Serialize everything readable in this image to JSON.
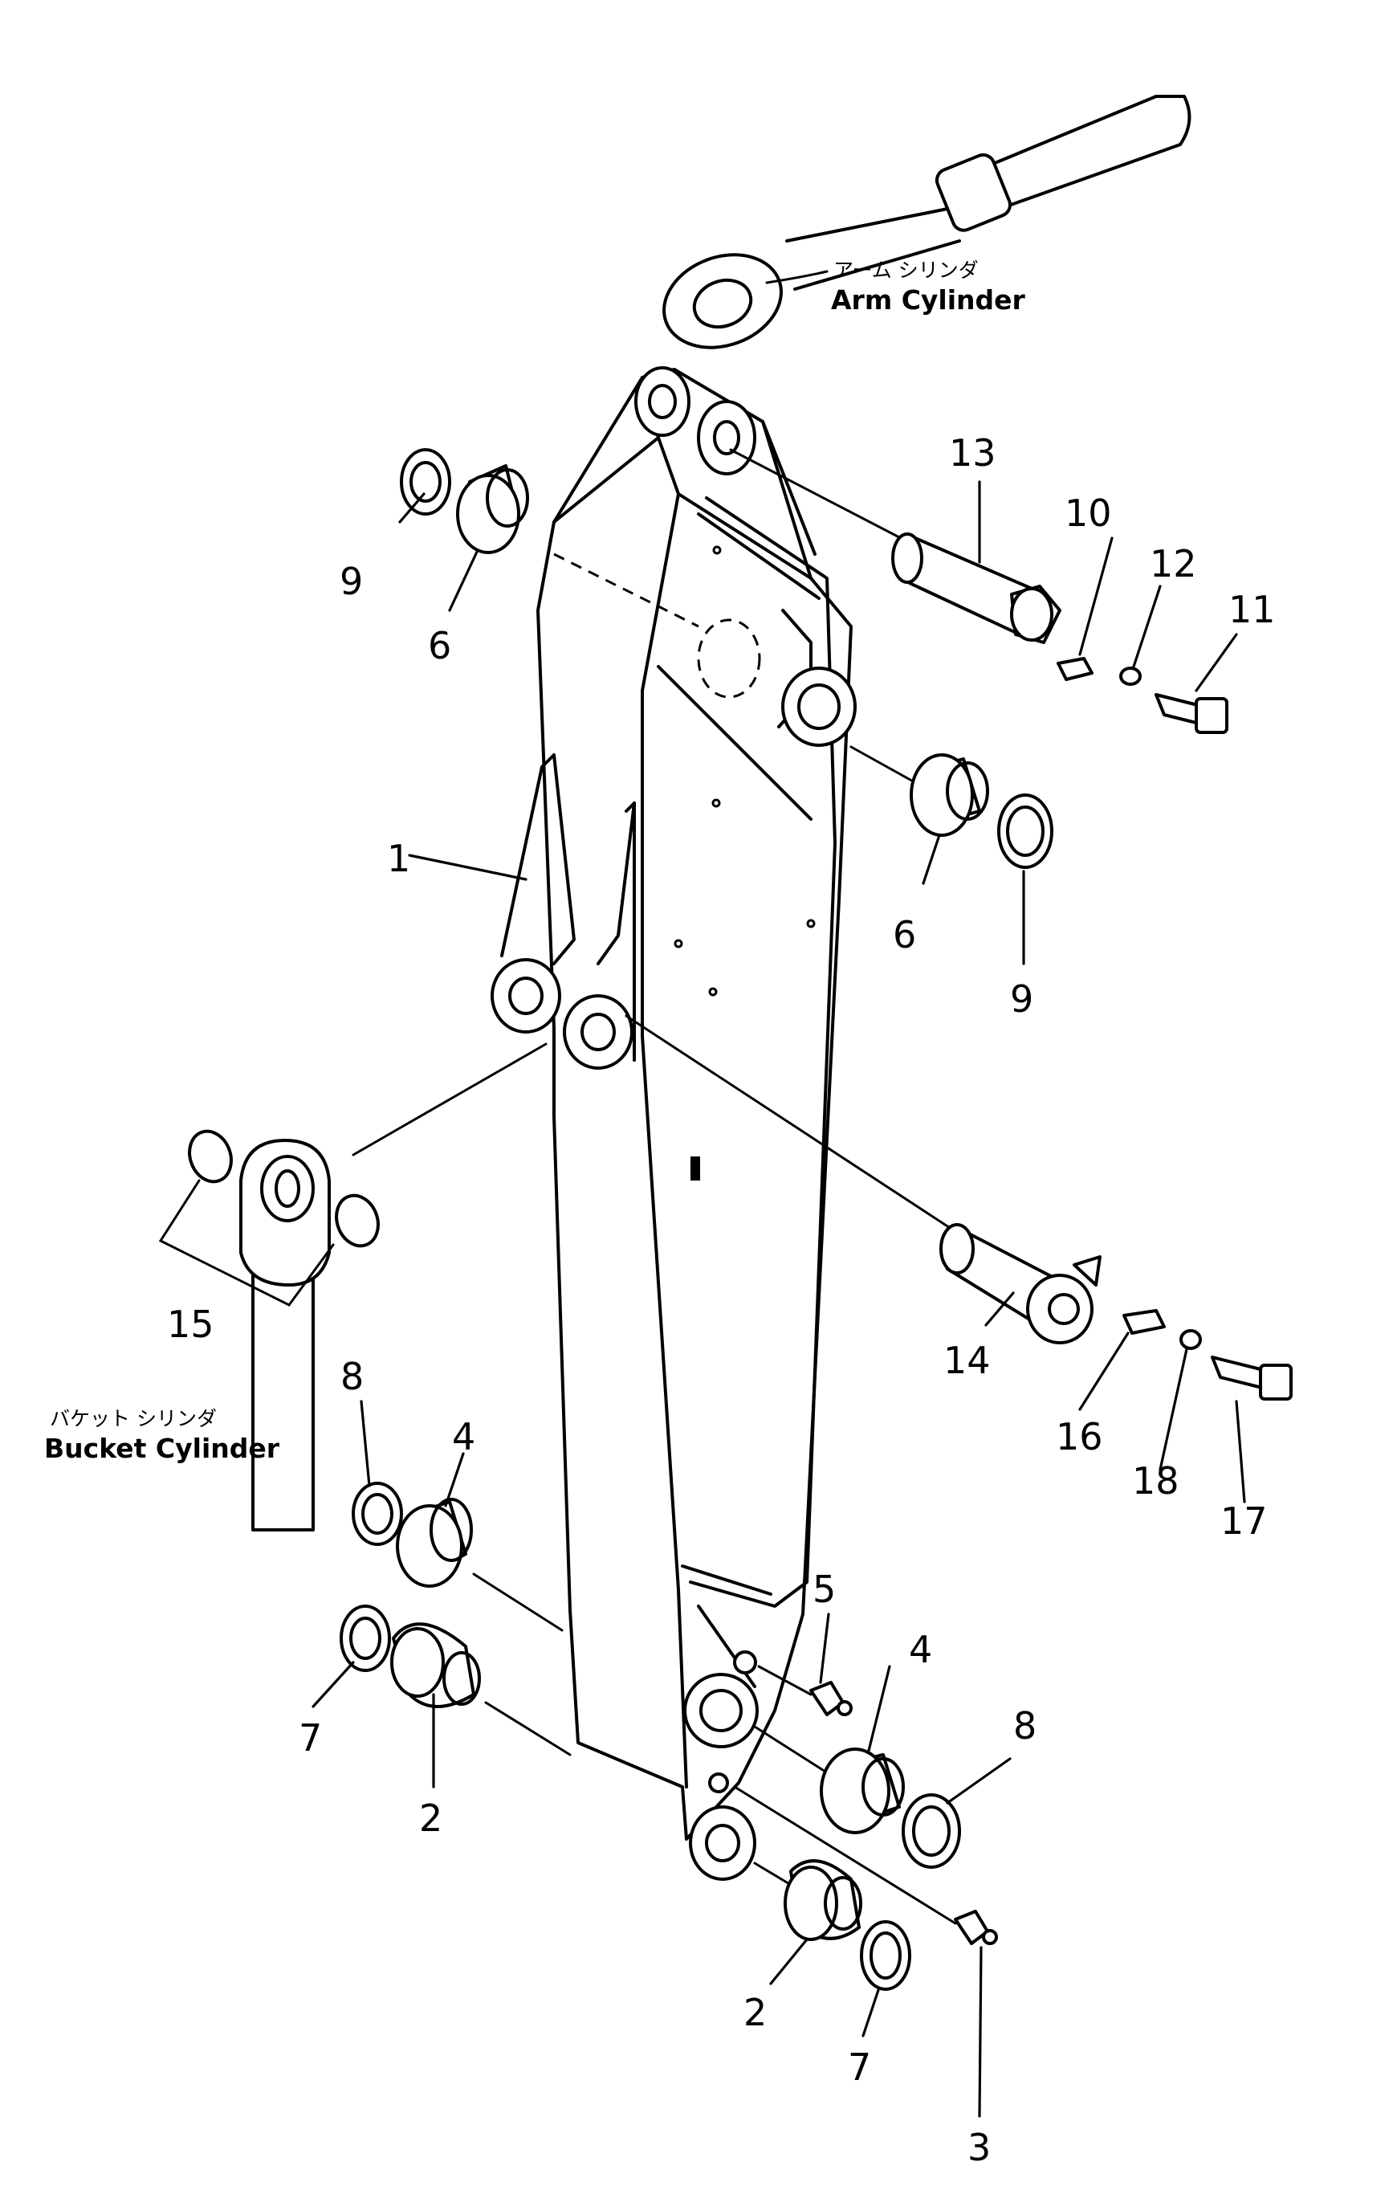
{
  "labels": {
    "arm_cylinder_jp": "アーム シリンダ",
    "arm_cylinder_en": "Arm Cylinder",
    "bucket_cylinder_jp": "バケット シリンダ",
    "bucket_cylinder_en": "Bucket Cylinder"
  },
  "part_numbers": {
    "p1": "1",
    "p2a": "2",
    "p2b": "2",
    "p3": "3",
    "p4a": "4",
    "p4b": "4",
    "p5": "5",
    "p6a": "6",
    "p6b": "6",
    "p7a": "7",
    "p7b": "7",
    "p8a": "8",
    "p8b": "8",
    "p9a": "9",
    "p9b": "9",
    "p10": "10",
    "p11": "11",
    "p12": "12",
    "p13": "13",
    "p14": "14",
    "p15": "15",
    "p16": "16",
    "p17": "17",
    "p18": "18"
  }
}
